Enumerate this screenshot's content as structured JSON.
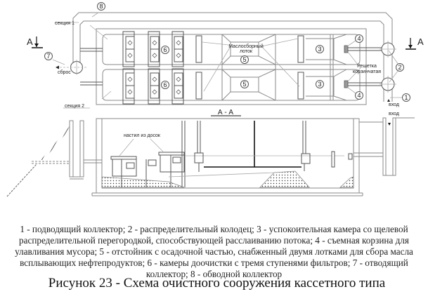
{
  "diagram": {
    "title": "Схема очистного сооружения кассетного типа",
    "plan_view": {
      "section_1_label": "секция 1",
      "section_2_label": "секция 2",
      "section_cut_label": "А",
      "discharge_label": "сброс",
      "inlet_label": "вход",
      "oil_tray_label_line1": "Маслосборный",
      "oil_tray_label_line2": "лоток",
      "grate_label_line1": "Решетка",
      "grate_label_line2": "корзинчатая",
      "markers": {
        "m1": "1",
        "m2": "2",
        "m3a": "3",
        "m3b": "3",
        "m4a": "4",
        "m4b": "4",
        "m5a": "5",
        "m5b": "5",
        "m6a": "6",
        "m6b": "6",
        "m7": "7",
        "m8": "8"
      }
    },
    "section_view": {
      "title": "А - А",
      "boards_label": "настил из досок",
      "inlet_label": "вход"
    }
  },
  "legend": {
    "text": "1 - подводящий коллектор; 2 - распределительный колодец; 3 - успокоительная камера со щелевой распределительной перегородкой, способствующей расслаиванию потока; 4 - съемная корзина для улавливания мусора; 5 - отстойник с осадочной частью, снабженный двумя лотками для сбора масла всплывающих нефтепродуктов; 6 - камеры доочистки с тремя ступенями фильтров; 7 - отводящий коллектор; 8 - обводной коллектор"
  },
  "caption": {
    "text": "Рисунок 23 - Схема очистного сооружения кассетного типа"
  }
}
